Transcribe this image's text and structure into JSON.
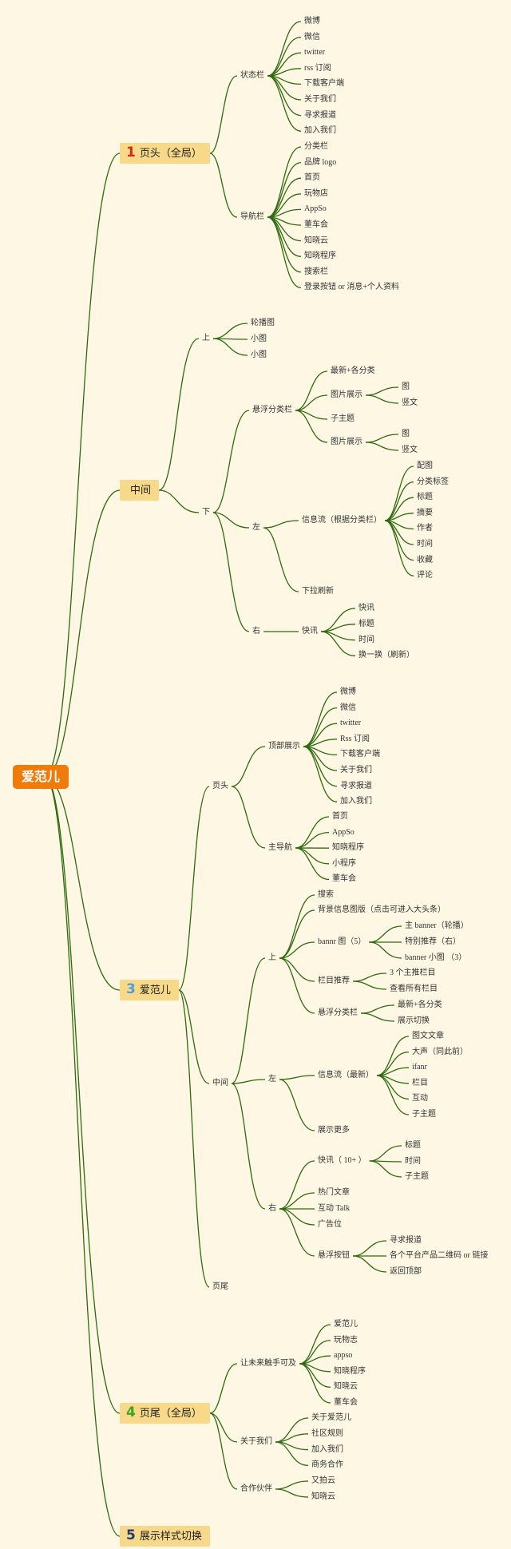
{
  "root": "爱范儿",
  "colors": {
    "branch": "#2e6b0e",
    "root_bg": "#f07a0a",
    "section_bg": "#f8d98a",
    "background": "#fdf7e4",
    "num1": "#d8271c",
    "num2": "#f2c94c",
    "num3": "#4a9ee0",
    "num4": "#3fa32a",
    "num5": "#1f3a7a"
  },
  "sections": [
    {
      "num": "1",
      "label": "页头（全局）",
      "children": [
        {
          "label": "状态栏",
          "children": [
            {
              "label": "微博"
            },
            {
              "label": "微信"
            },
            {
              "label": "twitter"
            },
            {
              "label": "rss 订阅"
            },
            {
              "label": "下载客户端"
            },
            {
              "label": "关于我们"
            },
            {
              "label": "寻求报道"
            },
            {
              "label": "加入我们"
            }
          ]
        },
        {
          "label": "导航栏",
          "children": [
            {
              "label": "分类栏"
            },
            {
              "label": "品牌 logo"
            },
            {
              "label": "首页"
            },
            {
              "label": "玩物店"
            },
            {
              "label": "AppSo"
            },
            {
              "label": "董车会"
            },
            {
              "label": "知晓云"
            },
            {
              "label": "知晓程序"
            },
            {
              "label": "搜索栏"
            },
            {
              "label": "登录按钮 or 消息+个人资料"
            }
          ]
        }
      ]
    },
    {
      "num": "",
      "label": "中间",
      "children": [
        {
          "label": "上",
          "children": [
            {
              "label": "轮播图"
            },
            {
              "label": "小图"
            },
            {
              "label": "小图"
            }
          ]
        },
        {
          "label": "下",
          "children": [
            {
              "label": "悬浮分类栏",
              "children": [
                {
                  "label": "最新+各分类"
                },
                {
                  "label": "图片展示",
                  "children": [
                    {
                      "label": "图"
                    },
                    {
                      "label": "竖文"
                    }
                  ]
                },
                {
                  "label": "子主题"
                },
                {
                  "label": "图片展示",
                  "children": [
                    {
                      "label": "图"
                    },
                    {
                      "label": "竖文"
                    }
                  ]
                }
              ]
            },
            {
              "label": "左",
              "children": [
                {
                  "label": "信息流（根据分类栏）",
                  "children": [
                    {
                      "label": "配图"
                    },
                    {
                      "label": "分类标签"
                    },
                    {
                      "label": "标题"
                    },
                    {
                      "label": "摘要"
                    },
                    {
                      "label": "作者"
                    },
                    {
                      "label": "时间"
                    },
                    {
                      "label": "收藏"
                    },
                    {
                      "label": "评论"
                    }
                  ]
                },
                {
                  "label": "下拉刷新"
                }
              ]
            },
            {
              "label": "右",
              "children": [
                {
                  "label": "快讯",
                  "children": [
                    {
                      "label": "快讯"
                    },
                    {
                      "label": "标题"
                    },
                    {
                      "label": "时间"
                    },
                    {
                      "label": "换一换（刷新）"
                    }
                  ]
                }
              ]
            }
          ]
        }
      ]
    },
    {
      "num": "3",
      "label": "爱范儿",
      "children": [
        {
          "label": "页头",
          "children": [
            {
              "label": "顶部展示",
              "children": [
                {
                  "label": "微博"
                },
                {
                  "label": "微信"
                },
                {
                  "label": "twitter"
                },
                {
                  "label": "Rss 订阅"
                },
                {
                  "label": "下载客户端"
                },
                {
                  "label": "关于我们"
                },
                {
                  "label": "寻求报道"
                },
                {
                  "label": "加入我们"
                }
              ]
            },
            {
              "label": "主导航",
              "children": [
                {
                  "label": "首页"
                },
                {
                  "label": "AppSo"
                },
                {
                  "label": "知晓程序"
                },
                {
                  "label": "小程序"
                },
                {
                  "label": "董车会"
                }
              ]
            }
          ]
        },
        {
          "label": "中间",
          "children": [
            {
              "label": "上",
              "children": [
                {
                  "label": "搜索"
                },
                {
                  "label": "背景信息图版（点击可进入大头条）"
                },
                {
                  "label": "bannr 图（5）",
                  "children": [
                    {
                      "label": "主 banner（轮播）"
                    },
                    {
                      "label": "特别推荐（右）"
                    },
                    {
                      "label": "banner 小图 （3）"
                    }
                  ]
                },
                {
                  "label": "栏目推荐",
                  "children": [
                    {
                      "label": "3 个主推栏目"
                    },
                    {
                      "label": "查看所有栏目"
                    }
                  ]
                },
                {
                  "label": "悬浮分类栏",
                  "children": [
                    {
                      "label": "最新+各分类"
                    },
                    {
                      "label": "展示切换"
                    }
                  ]
                }
              ]
            },
            {
              "label": "左",
              "children": [
                {
                  "label": "信息流（最新）",
                  "children": [
                    {
                      "label": "图文文章"
                    },
                    {
                      "label": "大声（同此前）"
                    },
                    {
                      "label": "ifanr"
                    },
                    {
                      "label": "栏目"
                    },
                    {
                      "label": "互动"
                    },
                    {
                      "label": "子主题"
                    }
                  ]
                },
                {
                  "label": "展示更多"
                }
              ]
            },
            {
              "label": "右",
              "children": [
                {
                  "label": "快讯（ 10+ ）",
                  "children": [
                    {
                      "label": "标题"
                    },
                    {
                      "label": "时间"
                    },
                    {
                      "label": "子主题"
                    }
                  ]
                },
                {
                  "label": "热门文章"
                },
                {
                  "label": "互动 Talk"
                },
                {
                  "label": "广告位"
                },
                {
                  "label": "悬浮按钮",
                  "children": [
                    {
                      "label": "寻求报道"
                    },
                    {
                      "label": "各个平台产品二维码 or 链接"
                    },
                    {
                      "label": "返回顶部"
                    }
                  ]
                }
              ]
            }
          ]
        },
        {
          "label": "页尾"
        }
      ]
    },
    {
      "num": "4",
      "label": "页尾（全局）",
      "children": [
        {
          "label": "让未来触手可及",
          "children": [
            {
              "label": "爱范儿"
            },
            {
              "label": "玩物志"
            },
            {
              "label": "appso"
            },
            {
              "label": "知晓程序"
            },
            {
              "label": "知晓云"
            },
            {
              "label": "董车会"
            }
          ]
        },
        {
          "label": "关于我们",
          "children": [
            {
              "label": "关于爱范儿"
            },
            {
              "label": "社区规则"
            },
            {
              "label": "加入我们"
            },
            {
              "label": "商务合作"
            }
          ]
        },
        {
          "label": "合作伙伴",
          "children": [
            {
              "label": "又拍云"
            },
            {
              "label": "知晓云"
            }
          ]
        }
      ]
    },
    {
      "num": "5",
      "label": "展示样式切换",
      "children": []
    }
  ]
}
